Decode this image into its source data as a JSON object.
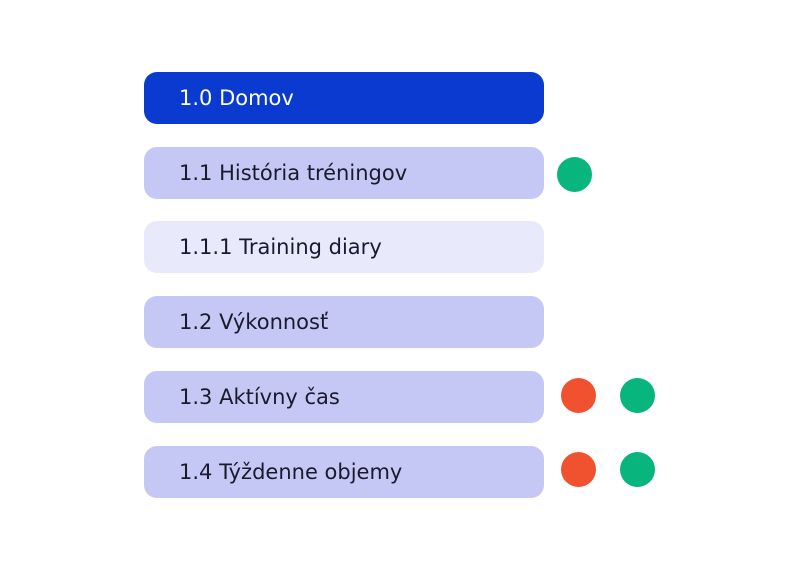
{
  "colors": {
    "root_bg": "#0b3ad1",
    "level1_bg": "#c5c8f4",
    "level2_bg": "#e8e9fb",
    "green": "#08b57d",
    "red": "#f0512e"
  },
  "menu": {
    "items": [
      {
        "label": "1.0 Domov"
      },
      {
        "label": "1.1 História tréningov",
        "markers": [
          "green"
        ]
      },
      {
        "label": "1.1.1 Training diary"
      },
      {
        "label": "1.2 Výkonnosť"
      },
      {
        "label": "1.3 Aktívny čas",
        "markers": [
          "red",
          "green"
        ]
      },
      {
        "label": "1.4 Týždenne objemy",
        "markers": [
          "red",
          "green"
        ]
      }
    ]
  }
}
